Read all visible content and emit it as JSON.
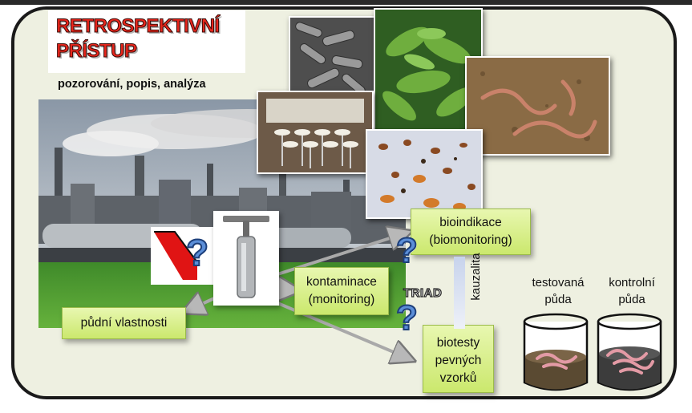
{
  "title": {
    "line1": "RETROSPEKTIVNÍ",
    "line2": "PŘÍSTUP"
  },
  "subtitle": "pozorování, popis, analýza",
  "boxes": {
    "bioindikace": {
      "line1": "bioindikace",
      "line2": "(biomonitoring)"
    },
    "kontaminace": {
      "line1": "kontaminace",
      "line2": "(monitoring)"
    },
    "pudni": "půdní vlastnosti",
    "biotesty": {
      "line1": "biotesty",
      "line2": "pevných",
      "line3": "vzorků"
    }
  },
  "triad": "TRIAD",
  "kauzalita": "kauzalita",
  "soil": {
    "tested": {
      "line1": "testovaná",
      "line2": "půda"
    },
    "control": {
      "line1": "kontrolní",
      "line2": "půda"
    }
  },
  "question_mark": "?",
  "colors": {
    "title_red": "#e8261c",
    "box_green": "#cbe86d",
    "qmark_blue": "#5b8ed8",
    "frame_bg": "#eef0e1"
  },
  "icons": [
    "industrial-plant-photo",
    "bacteria-photo",
    "plant-photo",
    "earthworm-photo",
    "lab-apparatus-photo",
    "soil-invertebrates-photo",
    "soil-sampler-icon",
    "test-jar-icon"
  ]
}
